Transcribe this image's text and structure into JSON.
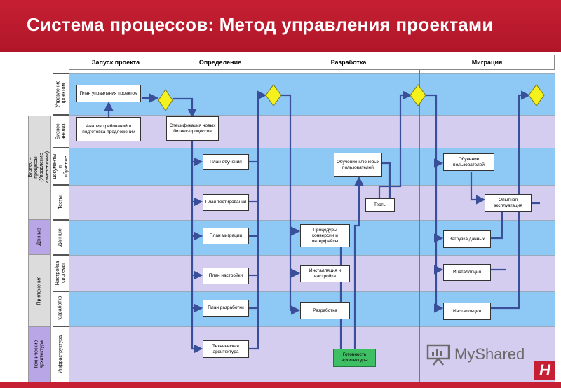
{
  "title": "Система процессов: Метод управления проектами",
  "phases": [
    "Запуск проекта",
    "Определение",
    "Разработка",
    "Миграция"
  ],
  "groups": [
    "Бизнес – процессы (Управление изменениями)",
    "Данные",
    "Приложения",
    "Технические архитектура"
  ],
  "lanes": [
    "Управление проектом",
    "Бизнес анализ",
    "Документы и обучение",
    "Тесты",
    "Данные",
    "Настройка системы",
    "Разработка",
    "Инфраструктура"
  ],
  "boxes": {
    "plan_upr": "План управления проектом",
    "analiz": "Анализ требований и подготовка предложений",
    "specif": "Спецификация новых бизнес-процессов",
    "plan_obuch": "План обучения",
    "plan_test": "План тестирования",
    "plan_migr": "План миграции",
    "plan_nastr": "План настройки",
    "plan_razr": "План разработки",
    "tech_arch": "Техническая архитектура",
    "obuch_key": "Обучение ключевых пользователей",
    "testy": "Тесты",
    "procedury": "Процедуры конверсии и интерфейсы",
    "install_nastr": "Инсталляция и настройка",
    "razrabotka": "Разработка",
    "gotovnost": "Готовность архитектуры",
    "obuch_polz": "Обучение пользователей",
    "opyt": "Опытная эксплуатация",
    "zagruzka": "Загрузка данных",
    "install1": "Инсталляция",
    "install2": "Инсталляция"
  },
  "watermark": "MyShared",
  "logo_letter": "H",
  "colors": {
    "header": "#c61f33",
    "lane_blue": "#8ec9f5",
    "lane_lavender": "#d4cdf0",
    "arrow": "#3a4f9a",
    "diamond": "#f5f11d",
    "ready_box": "#3fbf63"
  }
}
